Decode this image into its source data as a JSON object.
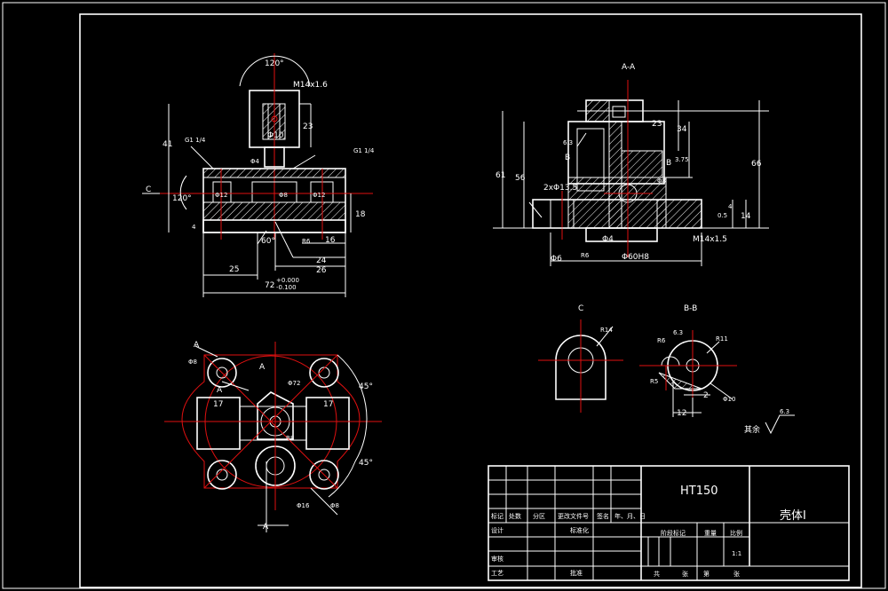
{
  "views": {
    "main": {
      "angle_top": "120°",
      "thread_top": "M14x1.6",
      "dia_top": "Φ10",
      "dim_23": "23",
      "dim_41": "41",
      "pipe_left": "G1 1/4",
      "pipe_right": "G1 1/4",
      "dim_phi4": "Φ4",
      "c_label": "C",
      "angle_left": "120°",
      "phi12_left": "Φ12",
      "phi8": "Φ8",
      "phi12_right": "Φ12",
      "dim_4": "4",
      "angle_60": "60°",
      "r6": "R6",
      "dim_16": "16",
      "dim_18": "18",
      "dim_24": "24",
      "dim_25": "25",
      "dim_26": "26",
      "dim_72": "72",
      "tol_upper": "+0.000",
      "tol_lower": "-0.100"
    },
    "aa": {
      "title": "A-A",
      "dim_23": "23",
      "dim_34": "34",
      "dim_61": "61",
      "dim_56": "56",
      "dim_66": "66",
      "ra": "6.3",
      "b_top": "B",
      "dim_3_75": "3.75",
      "b_bottom": "B",
      "phi13": "2xΦ13.5",
      "phi8": "Φ8",
      "dim_0_5": "0.5",
      "dim_4": "4",
      "dim_14": "14",
      "thread": "M14x1.5",
      "phi6": "Φ6",
      "r6": "R6",
      "phi4": "Φ4",
      "phi60": "Φ60H8"
    },
    "c": {
      "title": "C",
      "r14": "R14"
    },
    "bb": {
      "title": "B-B",
      "r6": "R6",
      "ra": "6.3",
      "r11": "R11",
      "r5": "R5",
      "dim_2": "2",
      "dim_12": "12",
      "phi10": "Φ10"
    },
    "top": {
      "a1": "A",
      "a2": "A",
      "a3": "A",
      "a4": "A",
      "phi8_left": "Φ8",
      "phi72": "Φ72",
      "dim_17_left": "17",
      "dim_17_right": "17",
      "r8": "R8",
      "angle_45_top": "45°",
      "angle_45_bottom": "45°",
      "phi16": "Φ16",
      "phi8_bottom": "Φ8"
    },
    "rest": {
      "label": "其余",
      "ra": "6.3"
    }
  },
  "title_block": {
    "material": "HT150",
    "part_name": "壳体I",
    "h_mark": "标记",
    "h_count": "处数",
    "h_zone": "分区",
    "h_doc": "更改文件号",
    "h_sign": "签名",
    "h_date": "年、月、日",
    "design": "设计",
    "standard": "标准化",
    "stage": "阶段标记",
    "weight": "重量",
    "scale_label": "比例",
    "review": "审核",
    "process": "工艺",
    "approve": "批准",
    "scale": "1:1",
    "total": "共",
    "sheet_unit": "张",
    "page": "第",
    "page_unit": "张"
  }
}
